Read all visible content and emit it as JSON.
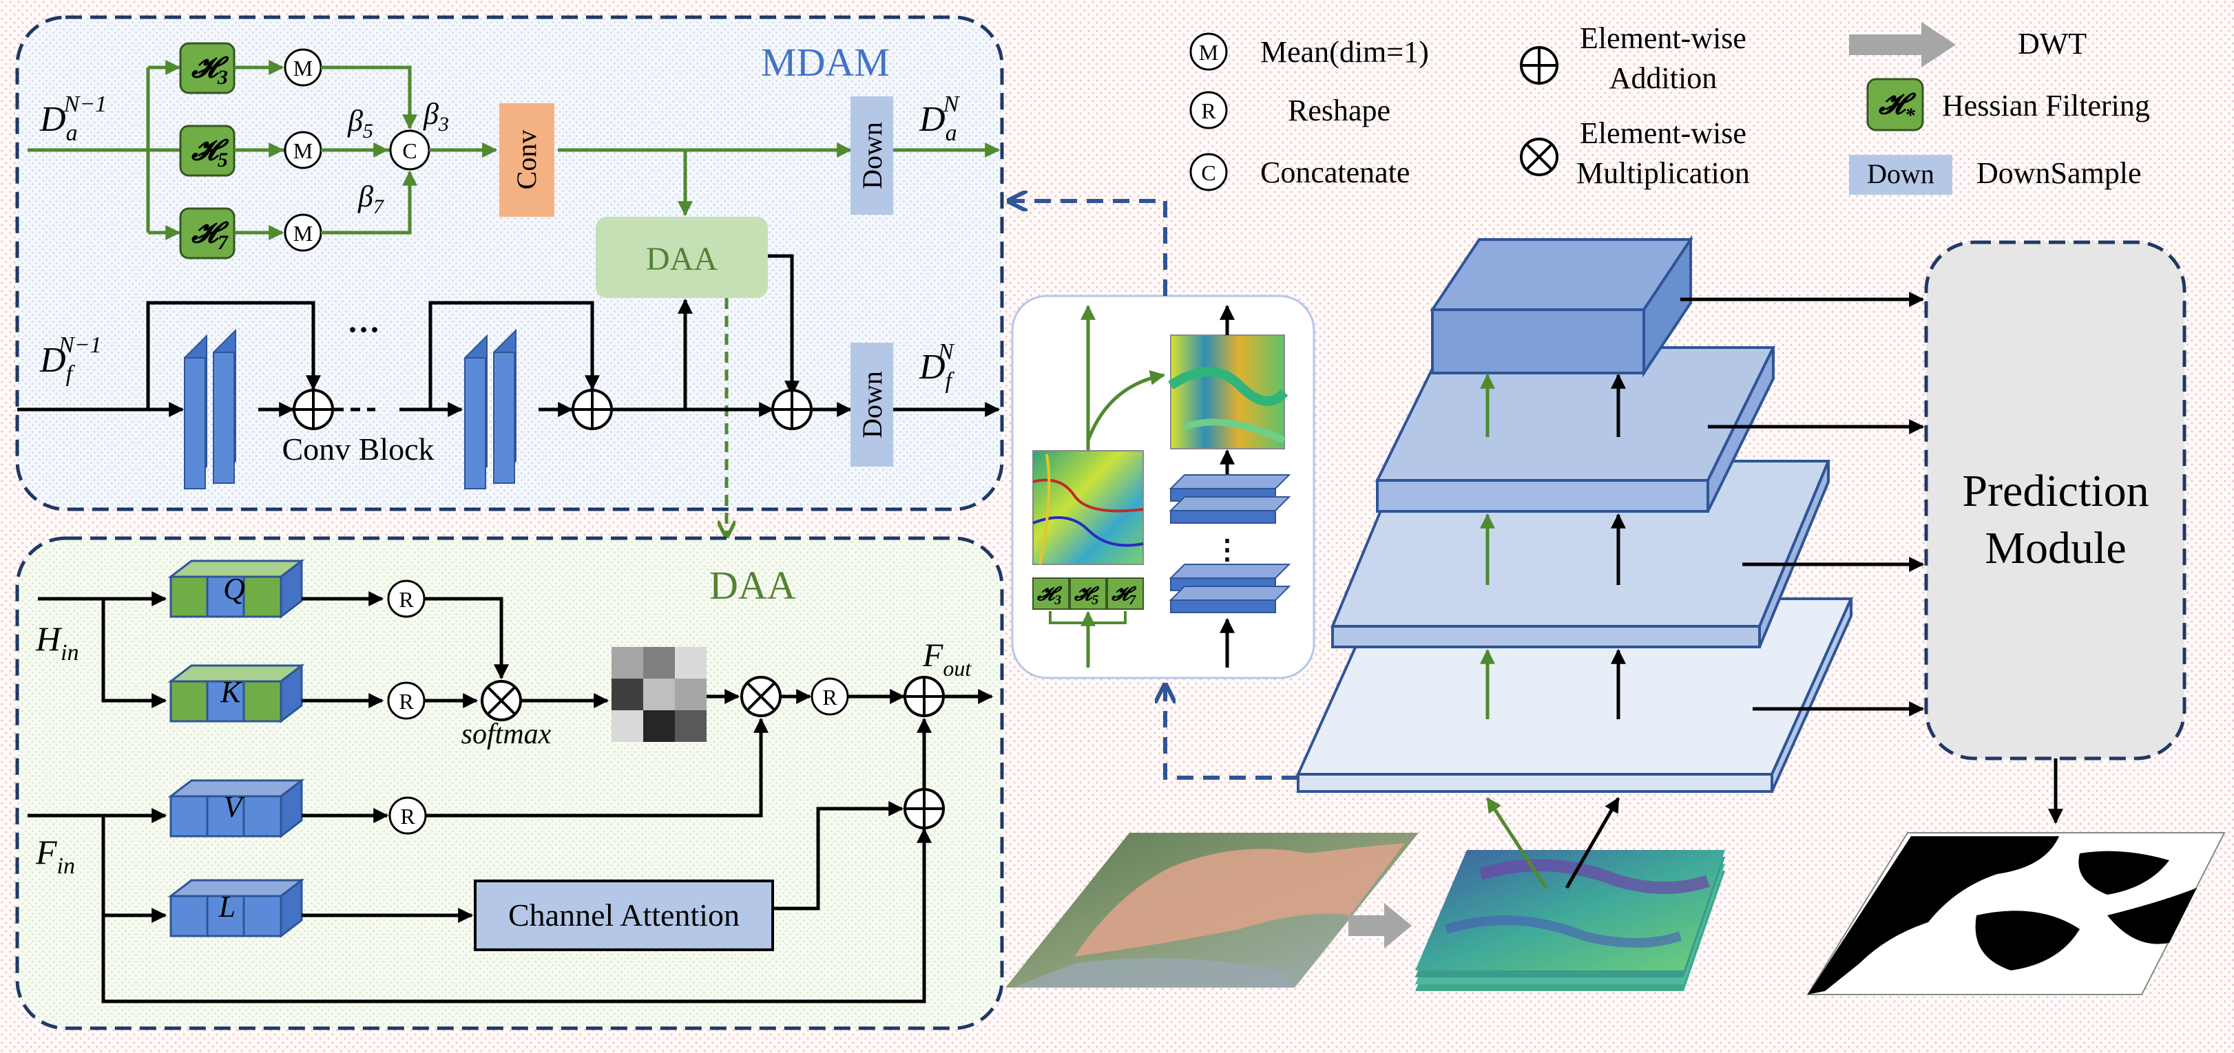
{
  "colors": {
    "navy": "#1f3864",
    "green": "#4f8a2f",
    "green_box": "#70ad47",
    "blue_box": "#8faadc",
    "light_blue": "#b4c7e7",
    "conv_orange": "#f4b183",
    "daa_green": "#c5e0b4",
    "gray": "#a6a6a6"
  },
  "mdam": {
    "title": "MDAM",
    "in_a": "D",
    "in_a_sub": "a",
    "in_a_sup": "N−1",
    "in_f": "D",
    "in_f_sub": "f",
    "in_f_sup": "N−1",
    "out_a": "D",
    "out_a_sub": "a",
    "out_a_sup": "N",
    "out_f": "D",
    "out_f_sub": "f",
    "out_f_sup": "N",
    "hessian": [
      {
        "sym": "𝓗",
        "sub": "3"
      },
      {
        "sym": "𝓗",
        "sub": "5"
      },
      {
        "sym": "𝓗",
        "sub": "7"
      }
    ],
    "mean_symbol": "M",
    "concat_symbol": "C",
    "beta5": "β",
    "beta5_sub": "5",
    "beta3": "β",
    "beta3_sub": "3",
    "beta7": "β",
    "beta7_sub": "7",
    "conv_label": "Conv",
    "down_label": "Down",
    "daa_label": "DAA",
    "dots": "···",
    "conv_block_label": "Conv Block"
  },
  "daa": {
    "title": "DAA",
    "h_in": "H",
    "h_in_sub": "in",
    "f_in": "F",
    "f_in_sub": "in",
    "f_out": "F",
    "f_out_sub": "out",
    "q": "Q",
    "k": "K",
    "v": "V",
    "l": "L",
    "reshape_symbol": "R",
    "softmax": "softmax",
    "channel_attention": "Channel Attention"
  },
  "legend": [
    {
      "icon": "mean",
      "symbol": "M",
      "label": "Mean(dim=1)"
    },
    {
      "icon": "reshape",
      "symbol": "R",
      "label": "Reshape"
    },
    {
      "icon": "concat",
      "symbol": "C",
      "label": "Concatenate"
    },
    {
      "icon": "add",
      "label_line1": "Element-wise",
      "label_line2": "Addition"
    },
    {
      "icon": "mul",
      "label_line1": "Element-wise",
      "label_line2": "Multiplication"
    },
    {
      "icon": "down",
      "box_text": "Down",
      "label": "DownSample"
    },
    {
      "icon": "dwt",
      "label": "DWT"
    },
    {
      "icon": "hessian",
      "symbol": "𝓗",
      "sub": "*",
      "label": "Hessian Filtering"
    }
  ],
  "detail_panel": {
    "hessian": [
      {
        "sym": "𝓗",
        "sub": "3"
      },
      {
        "sym": "𝓗",
        "sub": "5"
      },
      {
        "sym": "𝓗",
        "sub": "7"
      }
    ],
    "dots": "⋮"
  },
  "prediction": {
    "line1": "Prediction",
    "line2": "Module"
  }
}
